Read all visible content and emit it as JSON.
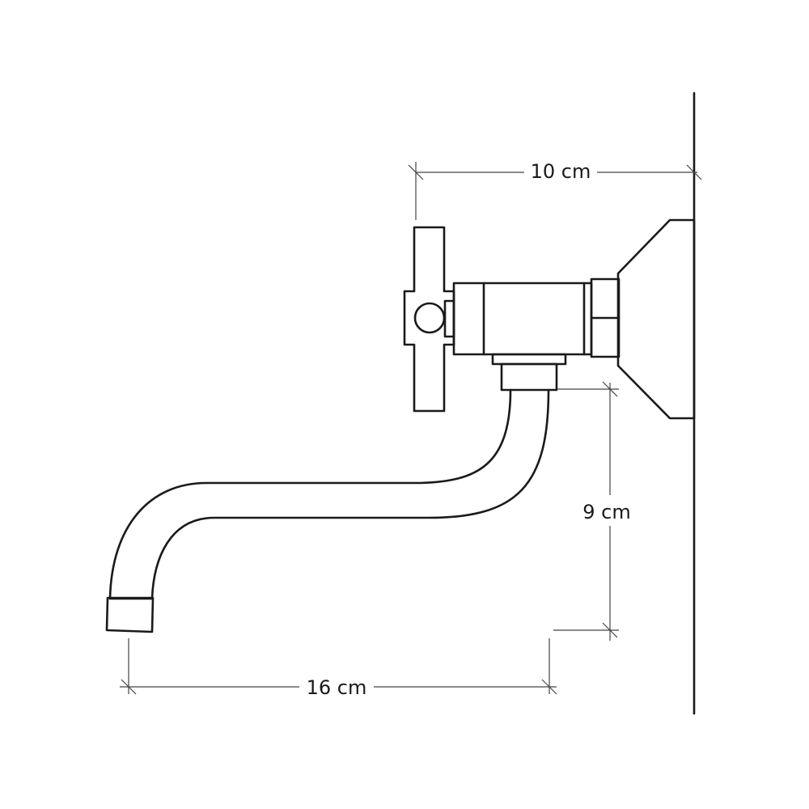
{
  "dimensions": {
    "wall_projection": "10 cm",
    "spout_drop": "9 cm",
    "spout_reach": "16 cm"
  }
}
